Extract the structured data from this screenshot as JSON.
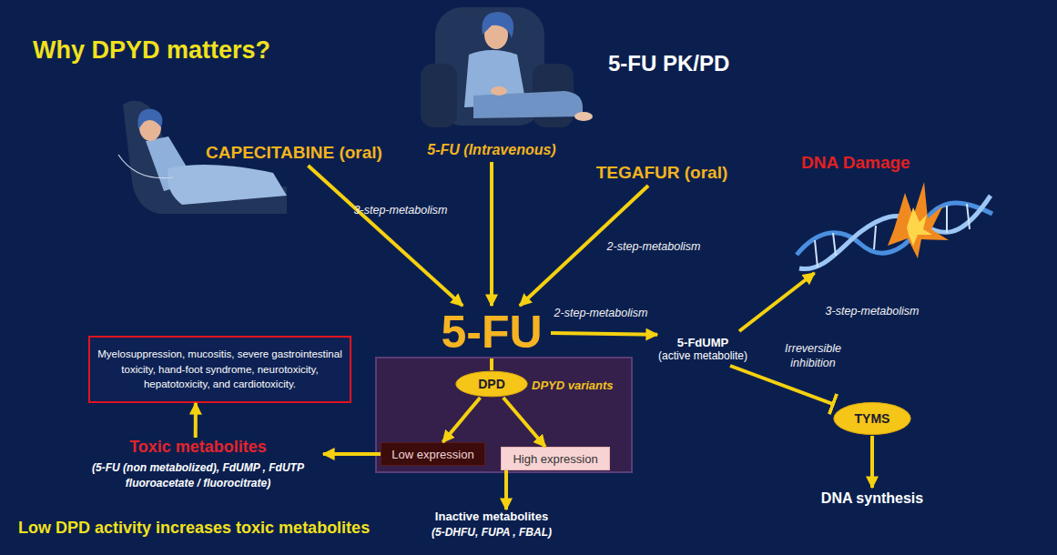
{
  "diagram": {
    "title": "Why DPYD matters?",
    "nodes": [
      {
        "text": [
          "CAPECITABINE (oral)"
        ]
      },
      {
        "text": [
          "5-FU (Intravenous)"
        ]
      },
      {
        "text": [
          "TEGAFUR (oral)"
        ]
      },
      {
        "text": [
          "DNA Damage"
        ]
      },
      {
        "text": [
          "5-FU"
        ]
      },
      {
        "text": [
          "Myelosuppression, mucositis, severe gastrointestinal toxicity, hand-foot syndrome, neurotoxicity, hepatotoxicity, and cardiotoxicity."
        ]
      },
      {
        "text": [
          "5-FdUMP",
          "(active metabolite)"
        ]
      },
      {
        "text": [
          "DPYD variants"
        ]
      },
      {
        "text": [
          "DPD"
        ],
        "in": 7
      },
      {
        "text": [
          "Low expression"
        ],
        "in": 7
      },
      {
        "text": [
          "High expression"
        ],
        "in": 7
      },
      {
        "text": [
          "TYMS"
        ]
      },
      {
        "text": [
          "Toxic metabolites",
          "(5-FU (non metabolized), FdUMP , FdUTP fluoroacetate / fluorocitrate)"
        ]
      },
      {
        "text": [
          "Inactive metabolites",
          "(5-DHFU, FUPA , FBAL)"
        ]
      },
      {
        "text": [
          "DNA synthesis"
        ]
      }
    ],
    "edges": [
      {
        "from": 0,
        "to": 4,
        "arrow": "to",
        "label": "3-step-metabolism"
      },
      {
        "from": 1,
        "to": 4,
        "arrow": "to"
      },
      {
        "from": 2,
        "to": 4,
        "arrow": "to",
        "label": "2-step-metabolism"
      },
      {
        "from": 4,
        "to": 6,
        "arrow": "to",
        "label": "2-step-metabolism"
      },
      {
        "from": 6,
        "to": 3,
        "arrow": "to",
        "label": "3-step-metabolism"
      },
      {
        "from": 6,
        "to": 11,
        "arrow": "to",
        "label": "Irreversible inhibition"
      },
      {
        "from": 11,
        "to": 14,
        "arrow": "to"
      },
      {
        "from": 4,
        "to": 8,
        "arrow": "none"
      },
      {
        "from": 8,
        "to": 9,
        "arrow": "to"
      },
      {
        "from": 8,
        "to": 10,
        "arrow": "to"
      },
      {
        "from": 9,
        "to": 12,
        "arrow": "to"
      },
      {
        "from": 12,
        "to": 5,
        "arrow": "to"
      },
      {
        "from": 10,
        "to": 13,
        "arrow": "to"
      }
    ],
    "labels": [
      "5-FU PK/PD",
      "Low DPD activity increases toxic metabolites"
    ]
  }
}
